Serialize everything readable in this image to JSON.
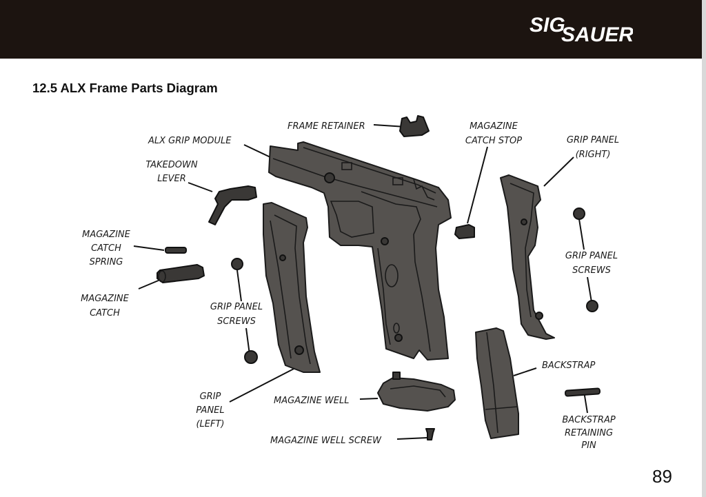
{
  "header": {
    "brand_left": "SIG",
    "brand_right": "SAUER"
  },
  "title": "12.5 ALX Frame Parts Diagram",
  "page_number": "89",
  "labels": {
    "frame_retainer": [
      "FRAME RETAINER"
    ],
    "alx_grip_module": [
      "ALX GRIP MODULE"
    ],
    "takedown_lever": [
      "TAKEDOWN",
      "LEVER"
    ],
    "magazine_catch_spring": [
      "MAGAZINE",
      "CATCH",
      "SPRING"
    ],
    "magazine_catch": [
      "MAGAZINE",
      "CATCH"
    ],
    "grip_panel_screws_left": [
      "GRIP PANEL",
      "SCREWS"
    ],
    "grip_panel_left": [
      "GRIP",
      "PANEL",
      "(LEFT)"
    ],
    "magazine_well": [
      "MAGAZINE WELL"
    ],
    "magazine_well_screw": [
      "MAGAZINE WELL SCREW"
    ],
    "magazine_catch_stop": [
      "MAGAZINE",
      "CATCH STOP"
    ],
    "grip_panel_right": [
      "GRIP PANEL",
      "(RIGHT)"
    ],
    "grip_panel_screws_right": [
      "GRIP PANEL",
      "SCREWS"
    ],
    "backstrap": [
      "BACKSTRAP"
    ],
    "backstrap_retaining_pin": [
      "BACKSTRAP",
      "RETAINING",
      "PIN"
    ]
  }
}
